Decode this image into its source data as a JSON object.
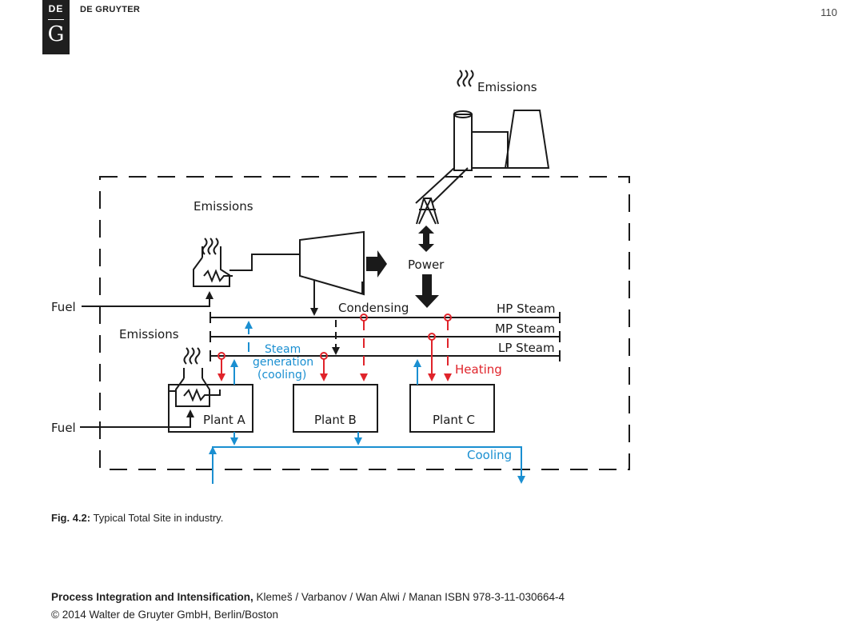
{
  "header": {
    "logo_top": "DE",
    "logo_bottom": "G",
    "publisher": "DE GRUYTER",
    "page_number": "110"
  },
  "figure": {
    "labels": {
      "emissions_top": "Emissions",
      "emissions_mid": "Emissions",
      "emissions_low": "Emissions",
      "power": "Power",
      "fuel_top": "Fuel",
      "fuel_bottom": "Fuel",
      "condensing": "Condensing",
      "hp_steam": "HP Steam",
      "mp_steam": "MP Steam",
      "lp_steam": "LP Steam",
      "steam_gen_1": "Steam",
      "steam_gen_2": "generation",
      "steam_gen_3": "(cooling)",
      "heating": "Heating",
      "plant_a": "Plant A",
      "plant_b": "Plant B",
      "plant_c": "Plant C",
      "cooling": "Cooling"
    },
    "colors": {
      "black": "#1a1a1a",
      "blue": "#1a8fd1",
      "red": "#e0242b"
    }
  },
  "caption": {
    "label": "Fig. 4.2:",
    "text": " Typical Total Site in industry."
  },
  "footer": {
    "title": "Process Integration and Intensification,",
    "authors": " Klemeš / Varbanov / Wan Alwi / Manan ISBN 978-3-11-030664-4",
    "copyright": "© 2014 Walter de Gruyter GmbH, Berlin/Boston"
  }
}
